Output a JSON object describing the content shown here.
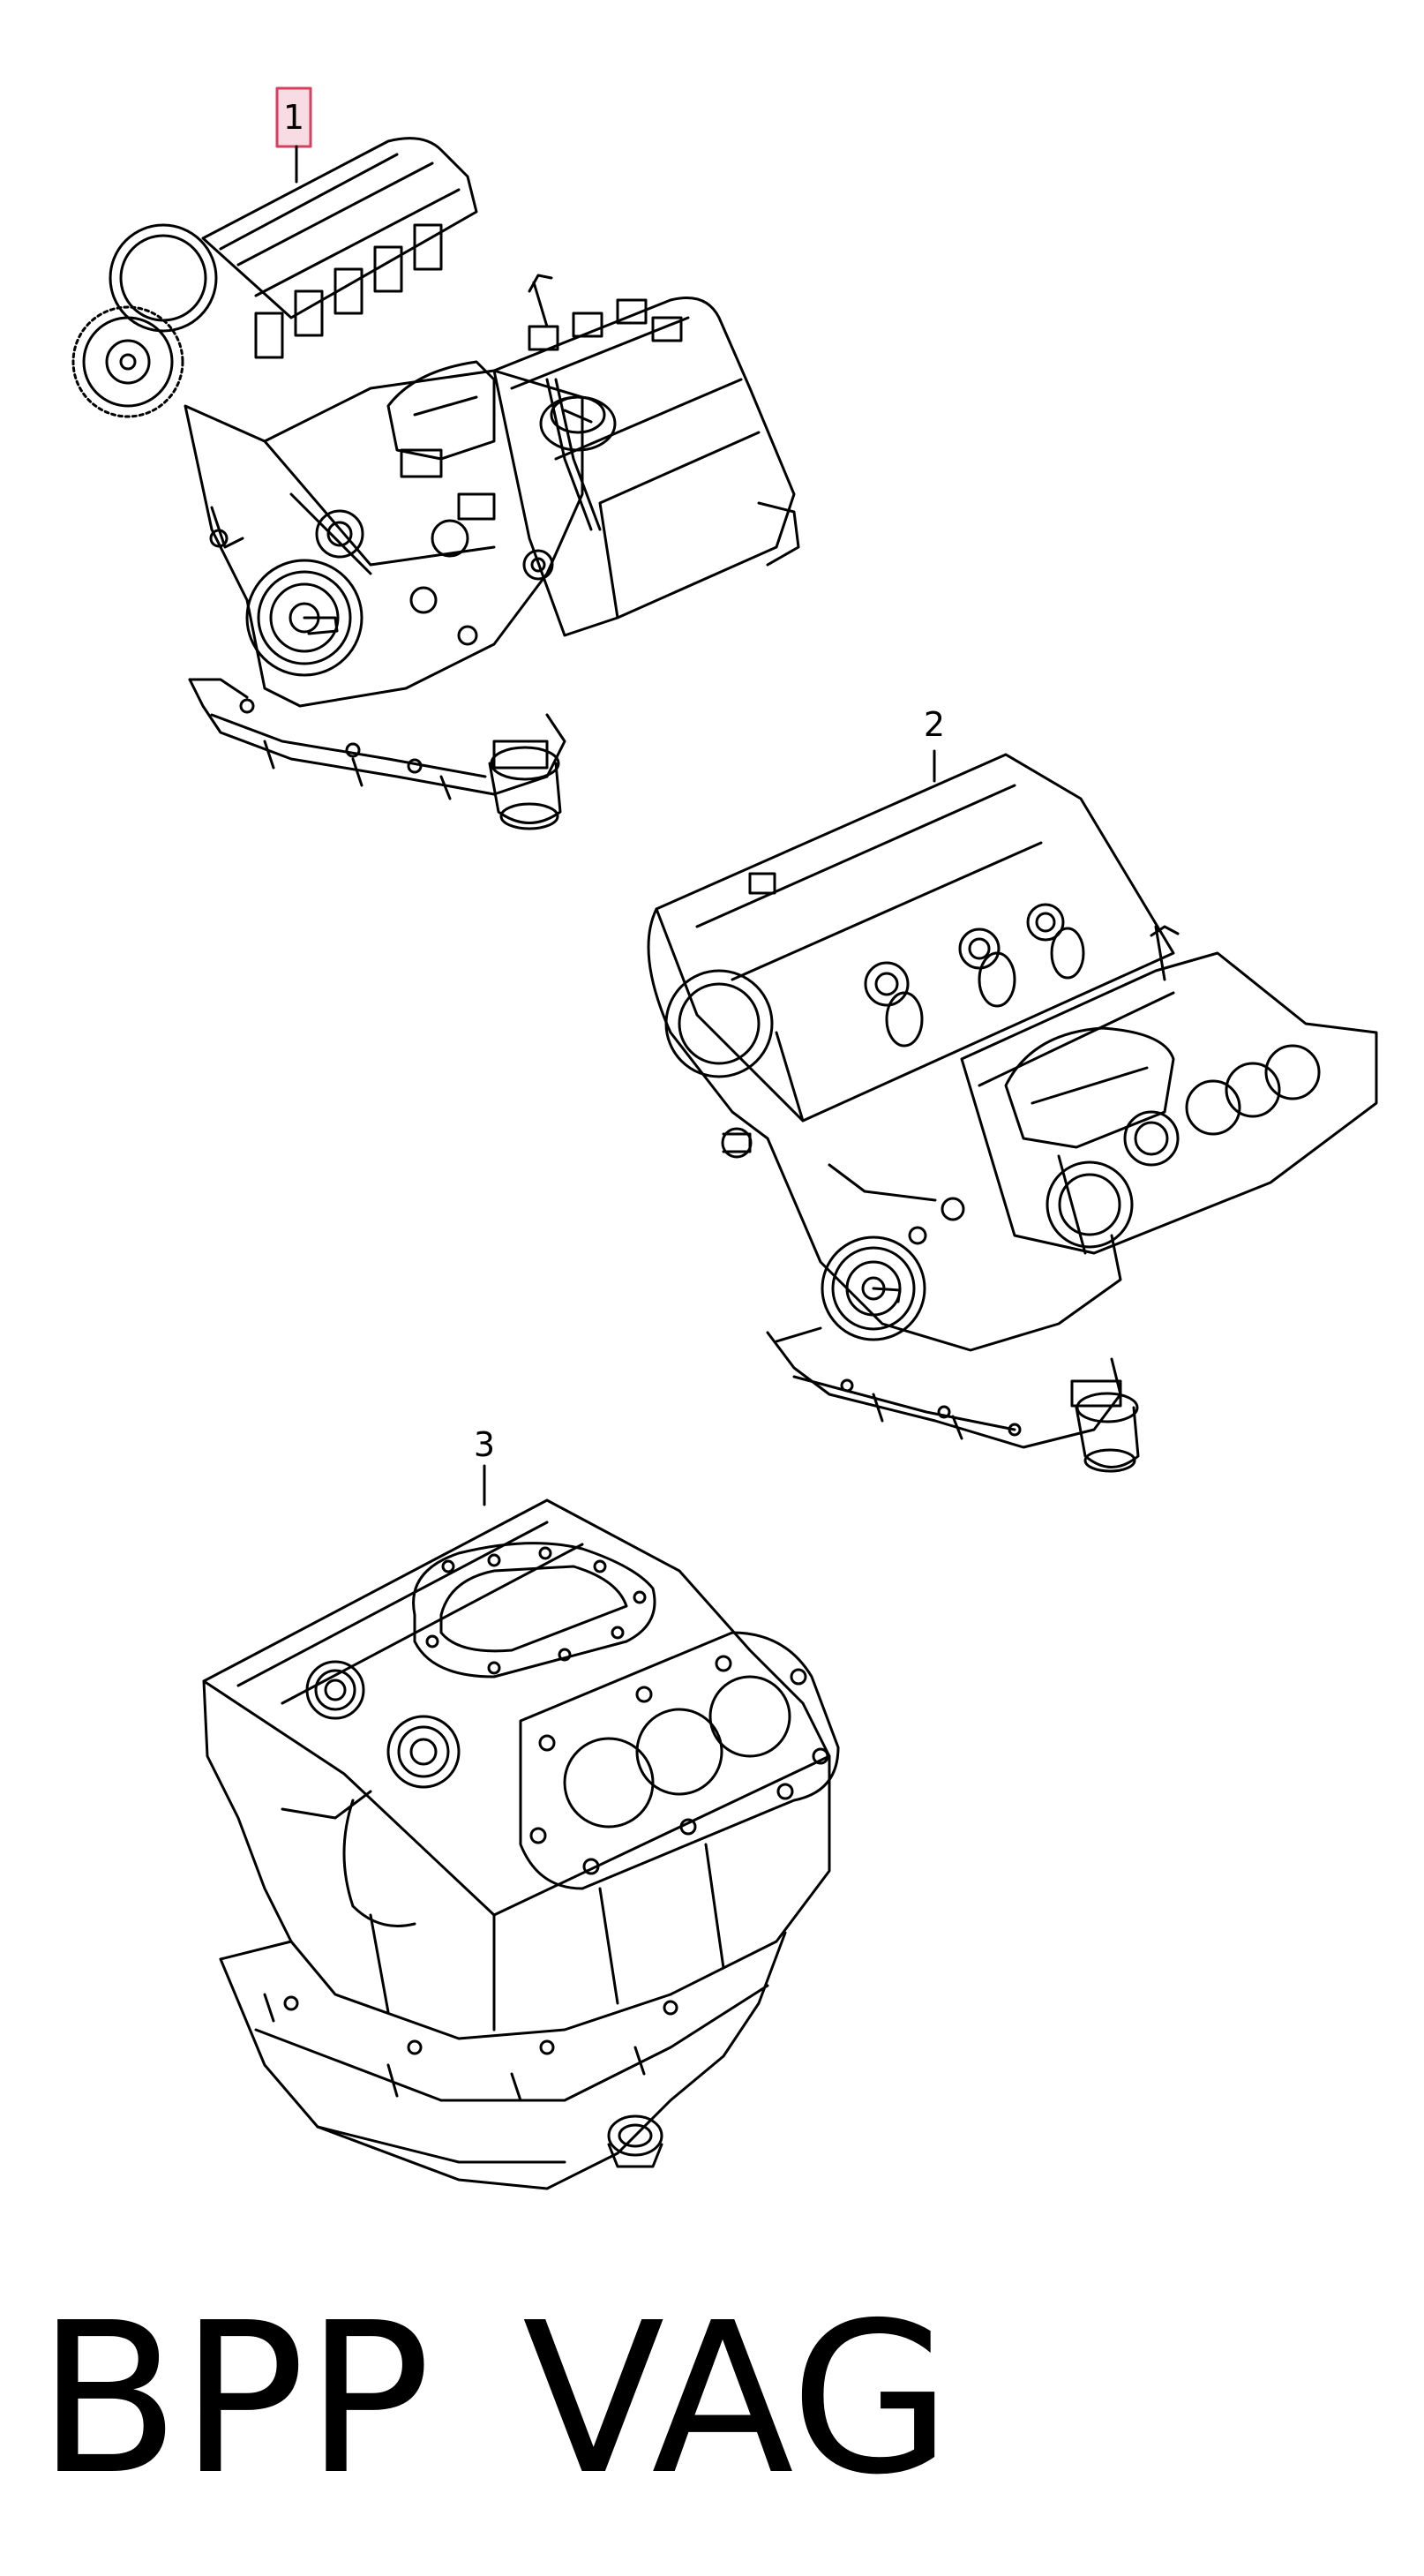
{
  "diagram": {
    "callouts": [
      {
        "id": "1",
        "label": "1",
        "highlighted": true
      },
      {
        "id": "2",
        "label": "2",
        "highlighted": false
      },
      {
        "id": "3",
        "label": "3",
        "highlighted": false
      }
    ],
    "footer": {
      "code": "BPP",
      "brand": "VAG"
    },
    "colors": {
      "line": "#000000",
      "highlight_fill": "#f7dce4",
      "highlight_border": "#d4405e",
      "background": "#ffffff"
    }
  }
}
